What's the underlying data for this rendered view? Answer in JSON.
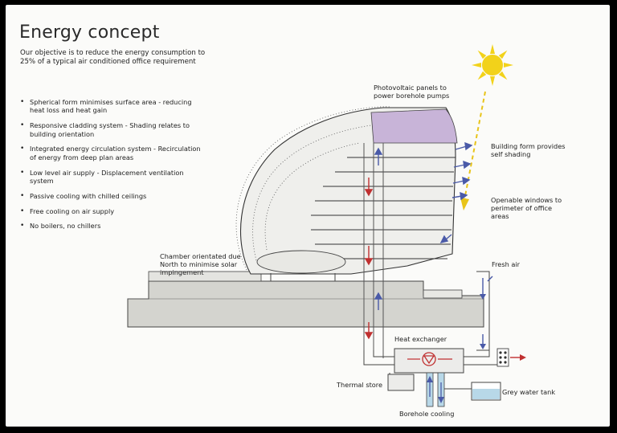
{
  "title": "Energy concept",
  "objective": "Our objective is to reduce the energy consumption to 25% of a typical air conditioned office requirement",
  "bullets": [
    "Spherical form minimises surface area - reducing heat loss and heat gain",
    "Responsive cladding system - Shading relates to building orientation",
    "Integrated energy circulation system - Recirculation of energy from deep plan areas",
    "Low level air supply - Displacement ventilation system",
    "Passive cooling with chilled ceilings",
    "Free cooling on air supply",
    "No boilers, no chillers"
  ],
  "labels": {
    "photovoltaic": "Photovoltaic panels to power borehole pumps",
    "self_shading": "Building form provides self shading",
    "openable_windows": "Openable windows to perimeter of office areas",
    "chamber": "Chamber orientated due North to minimise solar impingement",
    "fresh_air": "Fresh air",
    "heat_exchanger": "Heat exchanger",
    "thermal_store": "Thermal store",
    "grey_water": "Grey water tank",
    "borehole": "Borehole cooling"
  },
  "colors": {
    "sun": "#f2d21a",
    "sun_arrow": "#e8c41a",
    "pv_panel": "#c8b4d8",
    "supply_arrow": "#4a5aa8",
    "return_arrow": "#c03030",
    "grey_water": "#b8d8e8"
  }
}
